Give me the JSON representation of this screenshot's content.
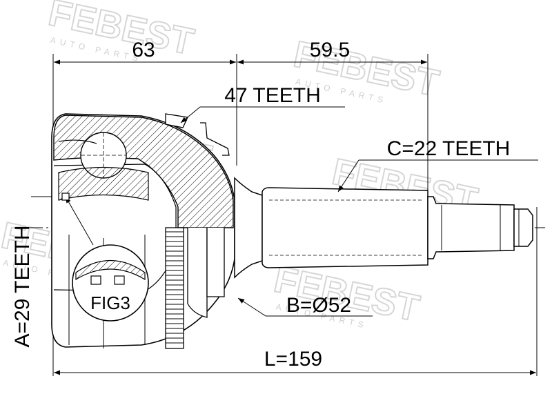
{
  "watermark": {
    "brand": "FEBEST",
    "tagline": "AUTO PARTS"
  },
  "dimensions": {
    "housing_length": "63",
    "shaft_length": "59.5",
    "total_length": "L=159"
  },
  "labels": {
    "abs_ring_teeth": "47 TEETH",
    "outer_spline_teeth": "C=22 TEETH",
    "boot_diameter": "B=Ø52",
    "inner_spline_teeth": "A=29 TEETH",
    "detail_figure": "FIG3"
  },
  "colors": {
    "line": "#000000",
    "watermark": "#d6d6d6",
    "background": "#ffffff"
  }
}
